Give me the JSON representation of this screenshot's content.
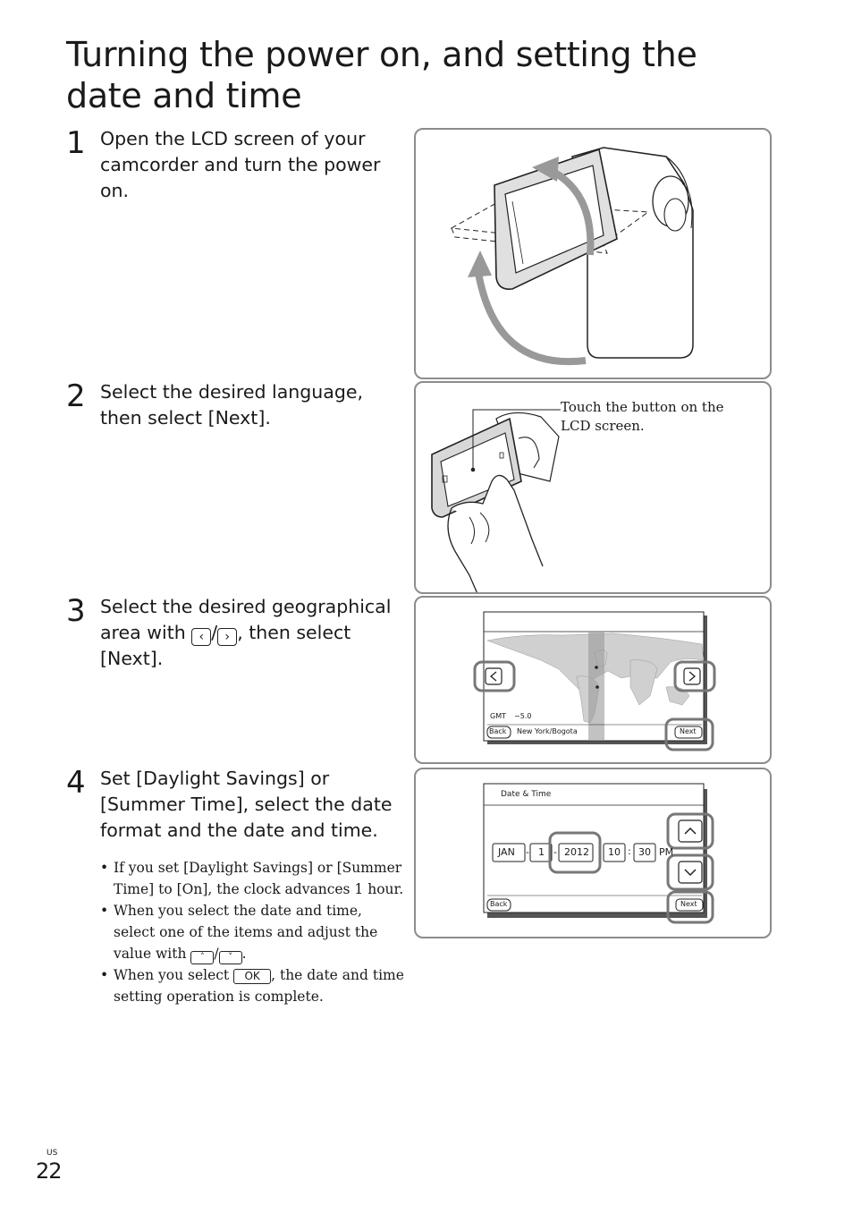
{
  "page": {
    "title": "Turning the power on, and setting the date and time",
    "lang_code": "US",
    "number": "22"
  },
  "steps": [
    {
      "num": "1",
      "text": "Open the LCD screen of your camcorder and turn the power on."
    },
    {
      "num": "2",
      "text": "Select the desired language, then select [Next]."
    },
    {
      "num": "3",
      "text_before": "Select the desired geographical area with",
      "text_after": ", then select [Next].",
      "slash": "/",
      "left_glyph": "‹",
      "right_glyph": "›"
    },
    {
      "num": "4",
      "text": "Set [Daylight Savings] or [Summer Time], select the date format and the date and time."
    }
  ],
  "notes": [
    {
      "bullet": "•",
      "text": "If you set [Daylight Savings] or [Summer Time] to [On], the clock advances 1 hour."
    },
    {
      "bullet": "•",
      "text_before": "When you select the date and time, select one of the items and adjust the value with",
      "slash": "/",
      "text_after": ".",
      "up_glyph": "˄",
      "down_glyph": "˅"
    },
    {
      "bullet": "•",
      "text_before": "When you select",
      "ok_label": "OK",
      "text_after": ", the date and time setting operation is complete."
    }
  ],
  "illustration2": {
    "callout": "Touch the button on the LCD screen."
  },
  "area_screen": {
    "gmt_label": "GMT",
    "gmt_value": "−5.0",
    "back": "Back",
    "location": "New York/Bogota",
    "next": "Next"
  },
  "date_screen": {
    "title": "Date & Time",
    "month": "JAN",
    "day": "1",
    "year": "2012",
    "hour": "10",
    "minute": "30",
    "ampm": "PM",
    "dash": "-",
    "colon": ":",
    "back": "Back",
    "next": "Next"
  },
  "colors": {
    "panel_border": "#8c8c8c",
    "highlight": "#7a7a7a",
    "map_land": "#c8c8c8",
    "screen_shadow": "#555555"
  }
}
